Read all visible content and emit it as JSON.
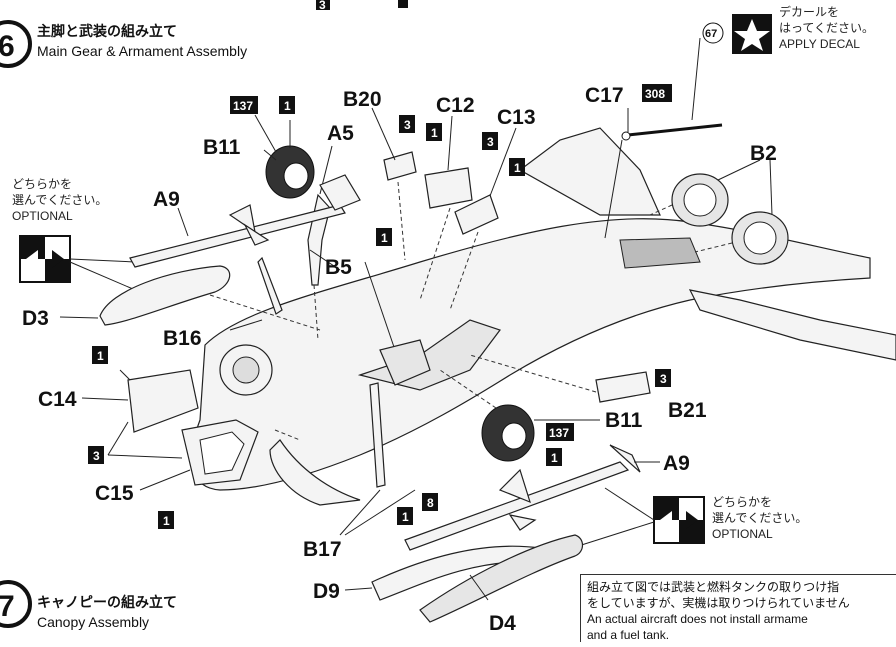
{
  "step6": {
    "number": "6",
    "title_jp": "主脚と武装の組み立て",
    "title_en": "Main Gear & Armament Assembly"
  },
  "step7": {
    "number": "7",
    "title_jp": "キャノピーの組み立て",
    "title_en": "Canopy Assembly"
  },
  "top_box_label": "3",
  "decal": {
    "number": "67",
    "line1": "デカールを",
    "line2": "はってください。",
    "line3": "APPLY DECAL"
  },
  "optional_left": {
    "line1": "どちらかを",
    "line2": "選んでください。",
    "line3": "OPTIONAL"
  },
  "optional_right": {
    "line1": "どちらかを",
    "line2": "選んでください。",
    "line3": "OPTIONAL"
  },
  "parts": {
    "B11_top": "B11",
    "A5": "A5",
    "B20": "B20",
    "C12": "C12",
    "C13": "C13",
    "C17": "C17",
    "B2": "B2",
    "A9_top": "A9",
    "D3": "D3",
    "B5": "B5",
    "B16": "B16",
    "C14": "C14",
    "C15": "C15",
    "B21": "B21",
    "B11_bottom": "B11",
    "A9_bottom": "A9",
    "B17": "B17",
    "D9": "D9",
    "D4": "D4"
  },
  "color_boxes": {
    "c137": "137",
    "c1": "1",
    "c3": "3",
    "c308": "308",
    "c8": "8"
  },
  "note": {
    "line1": "組み立て図では武装と燃料タンクの取りつけ指",
    "line2": "をしていますが、実機は取りつけられていません",
    "line3": "An actual aircraft does not install armame",
    "line4": "and a fuel tank."
  }
}
